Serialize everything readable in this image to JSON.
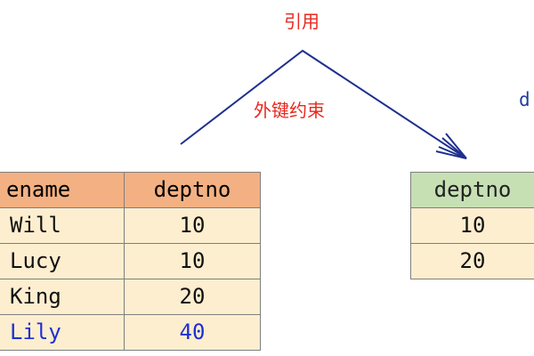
{
  "labels": {
    "reference": "引用",
    "foreign_key": "外键约束",
    "cut_text": "d"
  },
  "emp_table": {
    "headers": [
      "ename",
      "deptno"
    ],
    "rows": [
      {
        "ename": "Will",
        "deptno": "10"
      },
      {
        "ename": "Lucy",
        "deptno": "10"
      },
      {
        "ename": "King",
        "deptno": "20"
      },
      {
        "ename": "Lily",
        "deptno": "40"
      }
    ],
    "highlight_row": 3
  },
  "dept_table": {
    "header": "deptno",
    "rows": [
      "10",
      "20"
    ]
  },
  "colors": {
    "arrow": "#1e2f8f",
    "label_red": "#e8281f",
    "emp_header": "#f3b183",
    "dept_header": "#c6e0b4",
    "cell_bg": "#fdeecf",
    "highlight_text": "#1f2fd3"
  }
}
